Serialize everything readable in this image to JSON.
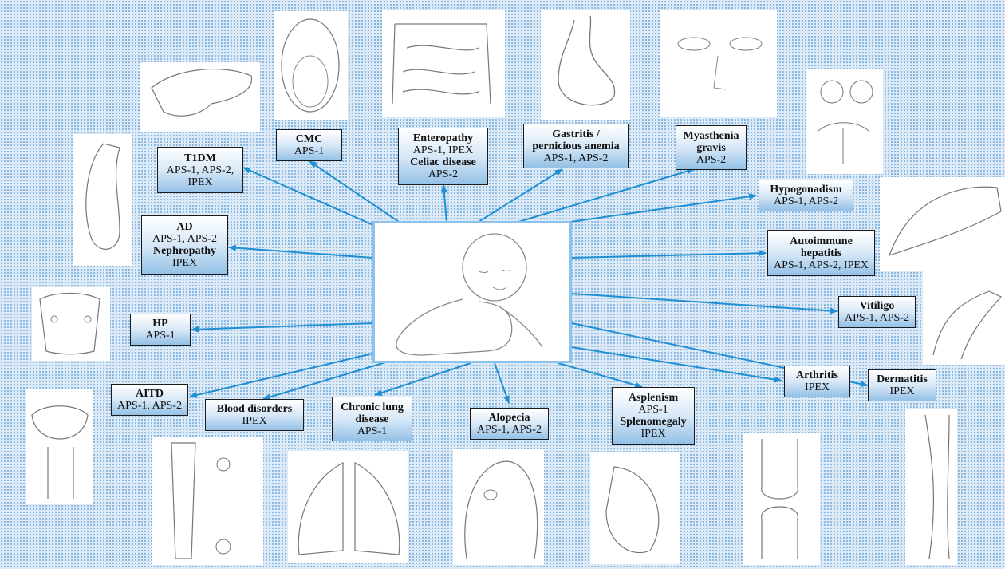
{
  "labels": {
    "t1dm": {
      "name": "T1DM",
      "detail": "APS-1, APS-2,",
      "detail2": "IPEX"
    },
    "cmc": {
      "name": "CMC",
      "detail": "APS-1"
    },
    "enteropathy": {
      "name": "Enteropathy",
      "detail": "APS-1, IPEX",
      "name2": "Celiac disease",
      "detail2": "APS-2"
    },
    "gastritis": {
      "name": "Gastritis /",
      "name_b": "pernicious anemia",
      "detail": "APS-1, APS-2"
    },
    "myasthenia": {
      "name": "Myasthenia",
      "name_b": "gravis",
      "detail": "APS-2"
    },
    "hypogonadism": {
      "name": "Hypogonadism",
      "detail": "APS-1, APS-2"
    },
    "ad": {
      "name": "AD",
      "detail": "APS-1, APS-2",
      "name2": "Nephropathy",
      "detail2": "IPEX"
    },
    "autoimmune_hepatitis": {
      "name": "Autoimmune",
      "name_b": "hepatitis",
      "detail": "APS-1, APS-2, IPEX"
    },
    "hp": {
      "name": "HP",
      "detail": "APS-1"
    },
    "vitiligo": {
      "name": "Vitiligo",
      "detail": "APS-1, APS-2"
    },
    "aitd": {
      "name": "AITD",
      "detail": "APS-1, APS-2"
    },
    "blood_disorders": {
      "name": "Blood disorders",
      "detail": "IPEX"
    },
    "chronic_lung": {
      "name": "Chronic lung",
      "name_b": "disease",
      "detail": "APS-1"
    },
    "alopecia": {
      "name": "Alopecia",
      "detail": "APS-1, APS-2"
    },
    "asplenism": {
      "name": "Asplenism",
      "detail": "APS-1",
      "name2": "Splenomegaly",
      "detail2": "IPEX"
    },
    "arthritis": {
      "name": "Arthritis",
      "detail": "IPEX"
    },
    "dermatitis": {
      "name": "Dermatitis",
      "detail": "IPEX"
    }
  },
  "colors": {
    "arrow": "#1f8fd4",
    "center_border": "#8ec2ea"
  }
}
